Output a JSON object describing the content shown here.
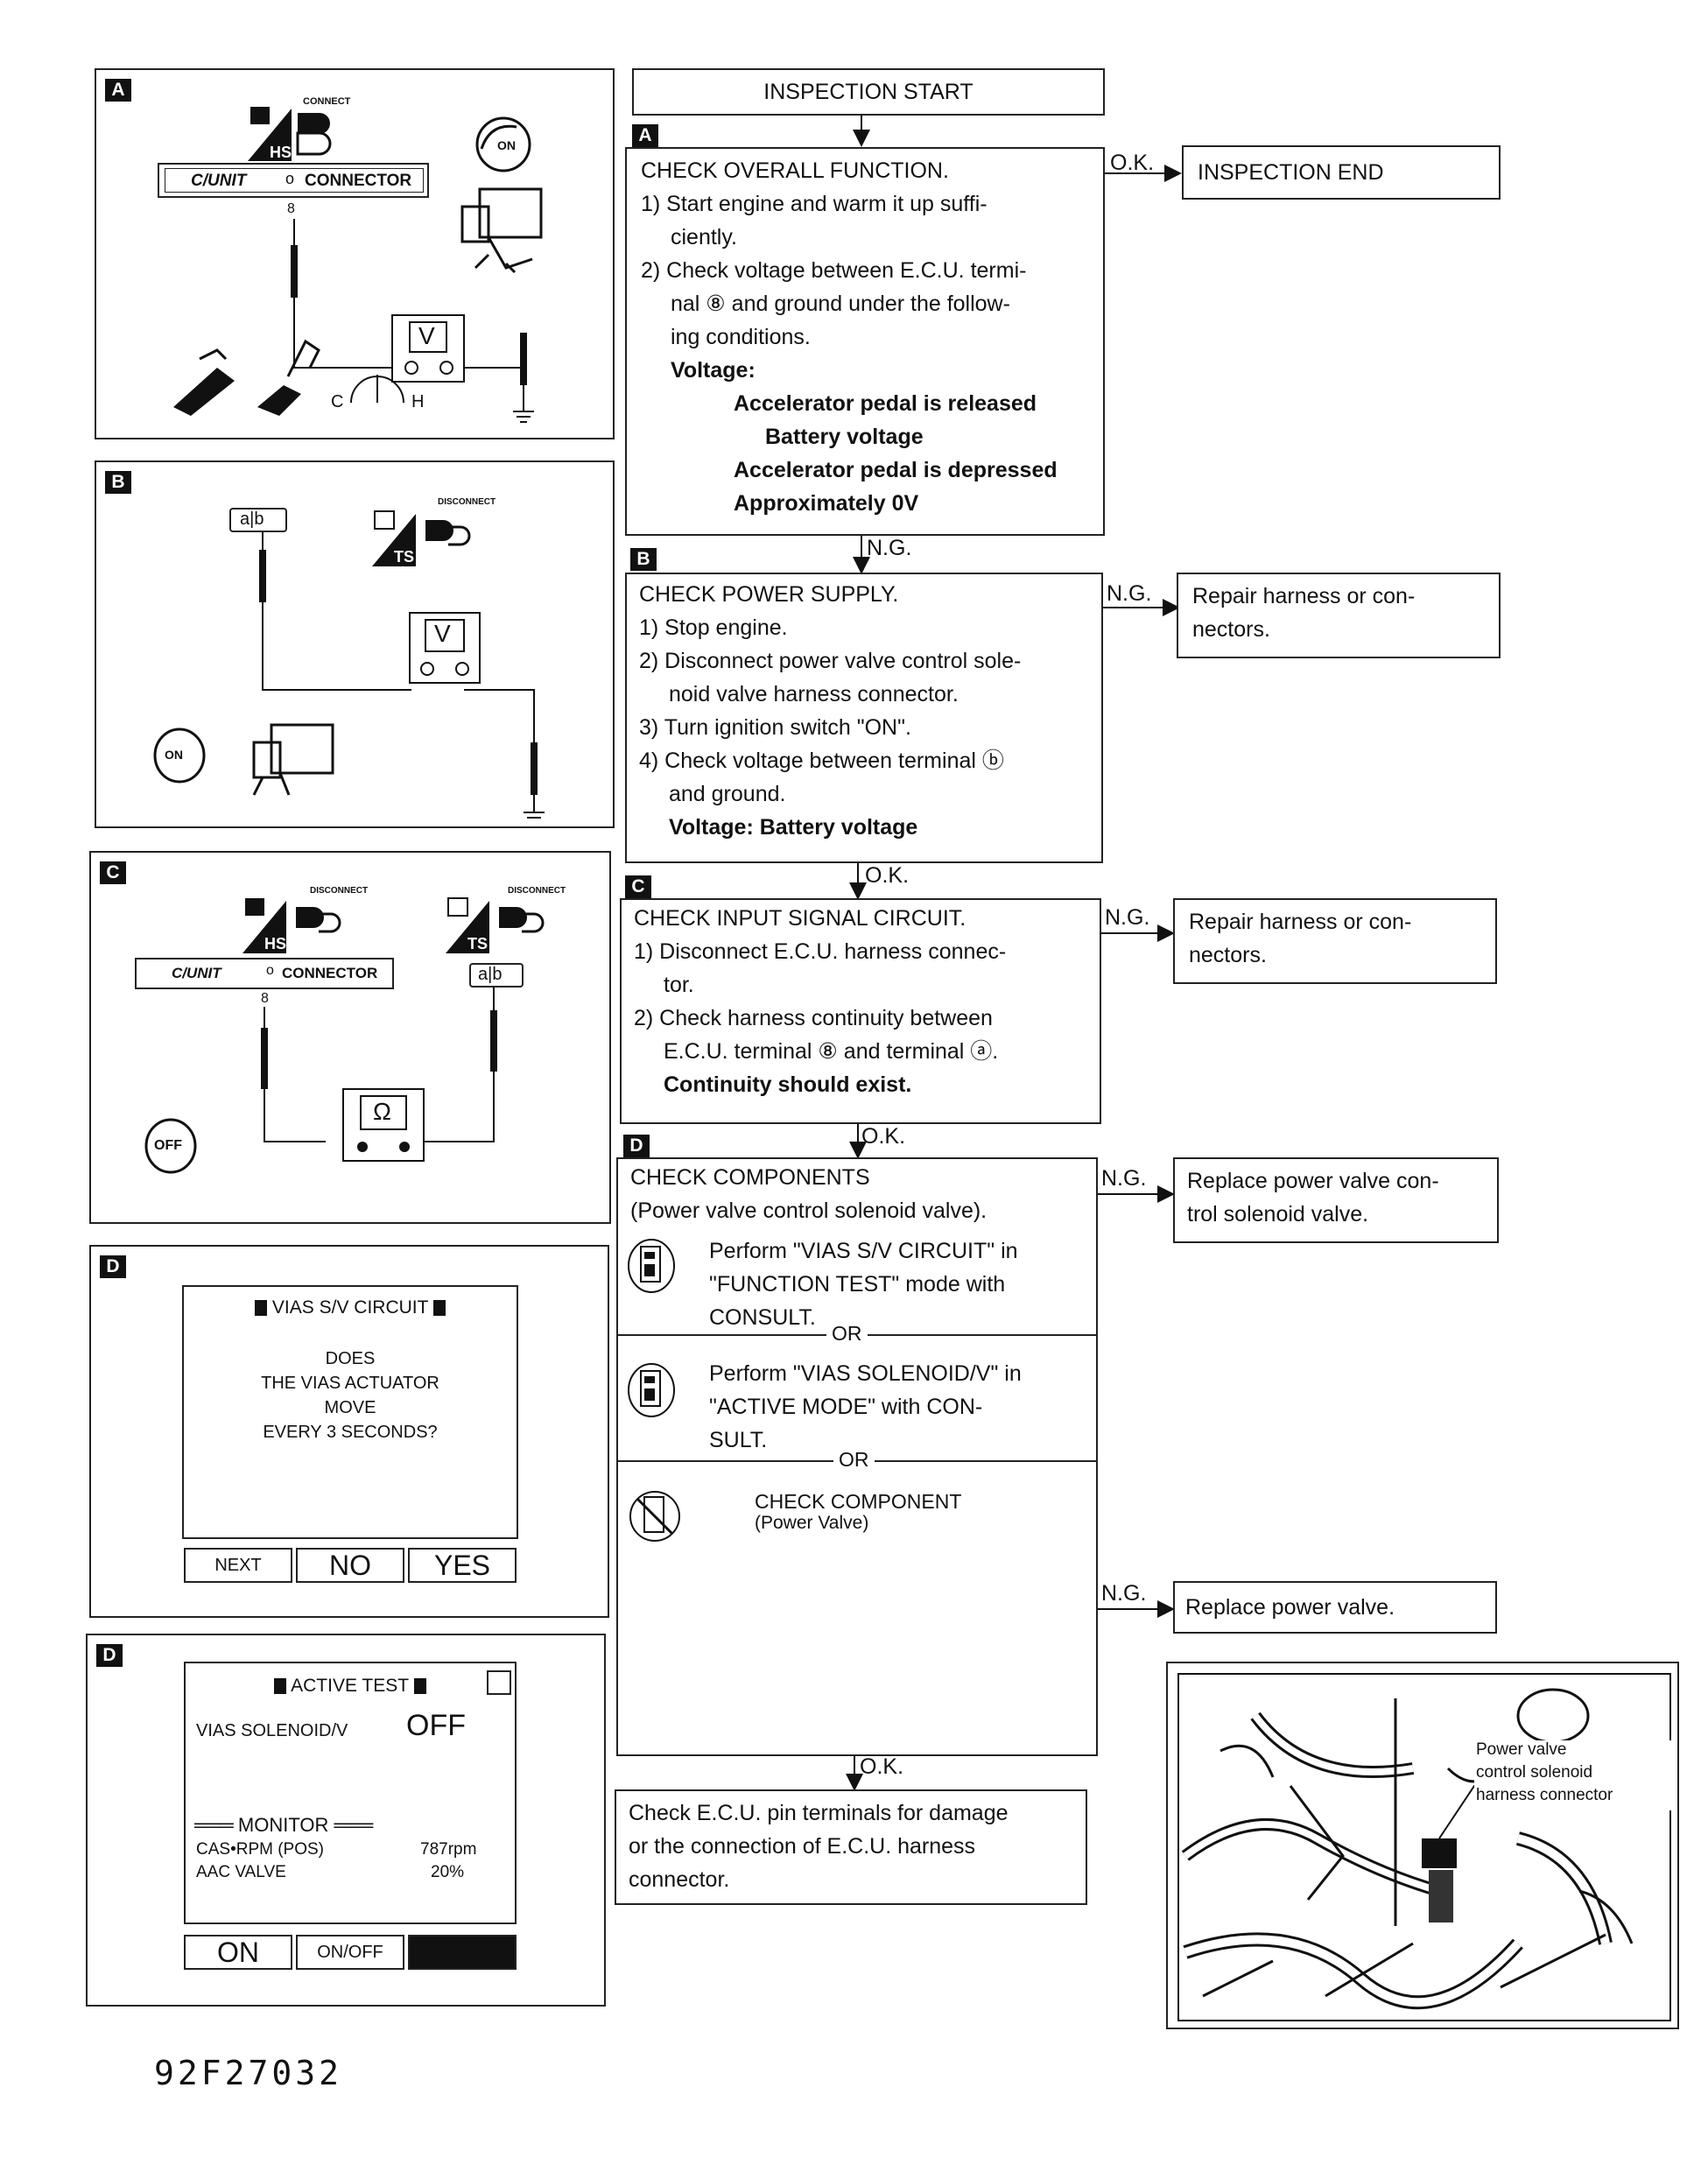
{
  "flow": {
    "start": "INSPECTION START",
    "end": "INSPECTION END",
    "ok": "O.K.",
    "ng": "N.G.",
    "or": "OR",
    "step_a": {
      "tag": "A",
      "title": "CHECK OVERALL FUNCTION.",
      "l1": "1) Start engine and warm it up suffi-",
      "l2": "ciently.",
      "l3": "2) Check voltage between E.C.U. termi-",
      "l4": "nal ⑧ and ground under the follow-",
      "l5": "ing conditions.",
      "v_head": "Voltage:",
      "v1": "Accelerator pedal is released",
      "v2": "Battery voltage",
      "v3": "Accelerator pedal is depressed",
      "v4": "Approximately 0V"
    },
    "step_b": {
      "tag": "B",
      "title": "CHECK POWER SUPPLY.",
      "l1": "1) Stop engine.",
      "l2": "2) Disconnect power valve control sole-",
      "l3": "noid valve harness connector.",
      "l4": "3) Turn ignition switch \"ON\".",
      "l5": "4) Check voltage between terminal ⓑ",
      "l6": "and ground.",
      "v": "Voltage: Battery voltage"
    },
    "step_c": {
      "tag": "C",
      "title": "CHECK INPUT SIGNAL CIRCUIT.",
      "l1": "1) Disconnect E.C.U. harness connec-",
      "l2": "tor.",
      "l3": "2) Check harness continuity between",
      "l4": "E.C.U. terminal ⑧ and terminal ⓐ.",
      "v": "Continuity should exist."
    },
    "step_d": {
      "tag": "D",
      "title": "CHECK COMPONENTS",
      "sub": "(Power valve control solenoid valve).",
      "o1a": "Perform \"VIAS S/V CIRCUIT\" in",
      "o1b": "\"FUNCTION TEST\" mode with",
      "o1c": "CONSULT.",
      "o2a": "Perform \"VIAS SOLENOID/V\" in",
      "o2b": "\"ACTIVE MODE\" with CON-",
      "o2c": "SULT.",
      "o3a": "CHECK COMPONENT",
      "o3b": "(Power Valve)"
    },
    "fix_b": {
      "l1": "Repair harness or con-",
      "l2": "nectors."
    },
    "fix_c": {
      "l1": "Repair harness or con-",
      "l2": "nectors."
    },
    "fix_d": {
      "l1": "Replace power valve con-",
      "l2": "trol solenoid valve."
    },
    "fix_pv": "Replace power valve.",
    "final": {
      "l1": "Check E.C.U. pin terminals for damage",
      "l2": "or the connection of E.C.U. harness",
      "l3": "connector."
    }
  },
  "panels": {
    "a": {
      "tag": "A",
      "connect": "CONNECT",
      "hs": "HS",
      "cunit": "C/UNIT",
      "o": "o",
      "connector": "CONNECTOR",
      "pin": "8",
      "meter": "V",
      "on": "ON",
      "c": "C",
      "h": "H"
    },
    "b": {
      "tag": "B",
      "disconnect": "DISCONNECT",
      "ts": "TS",
      "ab": "a|b",
      "meter": "V",
      "on": "ON"
    },
    "c": {
      "tag": "C",
      "disconnect1": "DISCONNECT",
      "disconnect2": "DISCONNECT",
      "hs": "HS",
      "ts": "TS",
      "cunit": "C/UNIT",
      "o": "o",
      "connector": "CONNECTOR",
      "pin": "8",
      "ab": "a|b",
      "meter": "Ω",
      "off": "OFF"
    },
    "d1": {
      "tag": "D",
      "title": "VIAS S/V CIRCUIT",
      "q1": "DOES",
      "q2": "THE VIAS ACTUATOR",
      "q3": "MOVE",
      "q4": "EVERY 3 SECONDS?",
      "btn_next": "NEXT",
      "btn_no": "NO",
      "btn_yes": "YES"
    },
    "d2": {
      "tag": "D",
      "title": "ACTIVE TEST",
      "row_label": "VIAS SOLENOID/V",
      "row_value": "OFF",
      "monitor": "MONITOR",
      "r1_label": "CAS•RPM (POS)",
      "r1_value": "787rpm",
      "r2_label": "AAC VALVE",
      "r2_value": "20%",
      "btn_on": "ON",
      "btn_onoff": "ON/OFF"
    }
  },
  "photo_label": {
    "l1": "Power valve",
    "l2": "control solenoid",
    "l3": "harness connector"
  },
  "figure_code": "92F27032"
}
